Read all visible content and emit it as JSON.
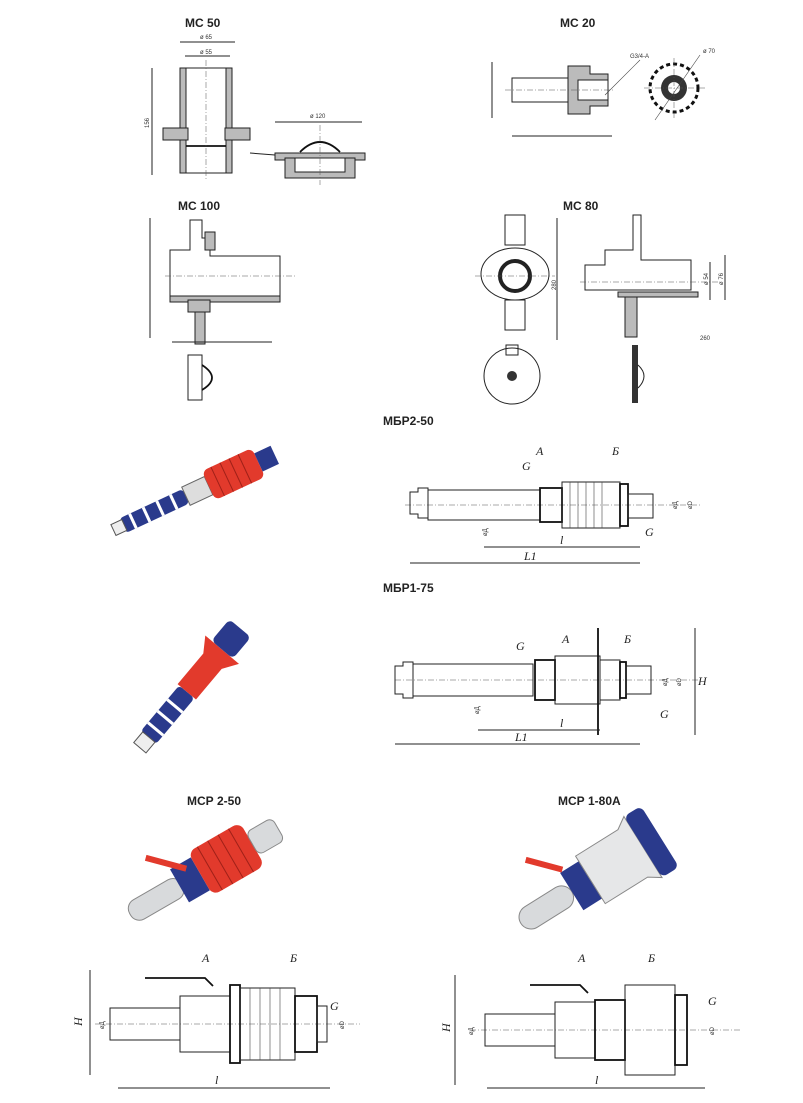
{
  "titles": {
    "mc50": "МС 50",
    "mc20": "МС 20",
    "mc100": "МС 100",
    "mc80": "МС 80",
    "mbr250": "МБР2-50",
    "mbr175": "МБР1-75",
    "mcp250": "МСР 2-50",
    "mcp180a": "МСР 1-80А"
  },
  "dims": {
    "mc50": {
      "d65": "ø 65",
      "d55": "ø 55",
      "h156": "156",
      "d120": "ø 120"
    },
    "mc20": {
      "thread": "G3/4-A",
      "d70": "ø 70"
    },
    "mc80": {
      "d54": "ø 54",
      "d76": "ø 76",
      "w260": "260",
      "h280": "280"
    }
  },
  "labels": {
    "a": "А",
    "b": "Б",
    "g": "G",
    "l": "l",
    "l1": "L1",
    "h": "H",
    "dd": "øД",
    "d": "øD"
  },
  "colors": {
    "red": "#e23a2c",
    "blue": "#2a3a8c",
    "metal": "#d8dadc"
  }
}
